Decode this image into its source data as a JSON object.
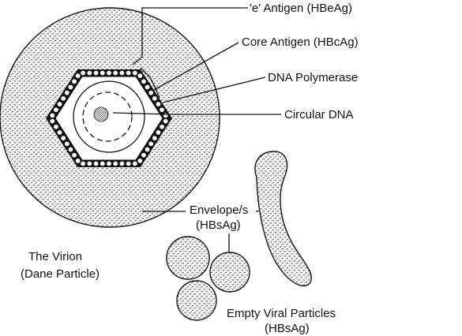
{
  "labels": {
    "e_antigen": "'e' Antigen (HBeAg)",
    "core_antigen": "Core Antigen (HBcAg)",
    "dna_polymerase": "DNA Polymerase",
    "circular_dna": "Circular DNA",
    "envelope_line1": "Envelope/s",
    "envelope_line2": "(HBsAg)",
    "virion_line1": "The Virion",
    "virion_line2": "(Dane Particle)",
    "empty_line1": "Empty Viral Particles",
    "empty_line2": "(HBsAg)"
  }
}
